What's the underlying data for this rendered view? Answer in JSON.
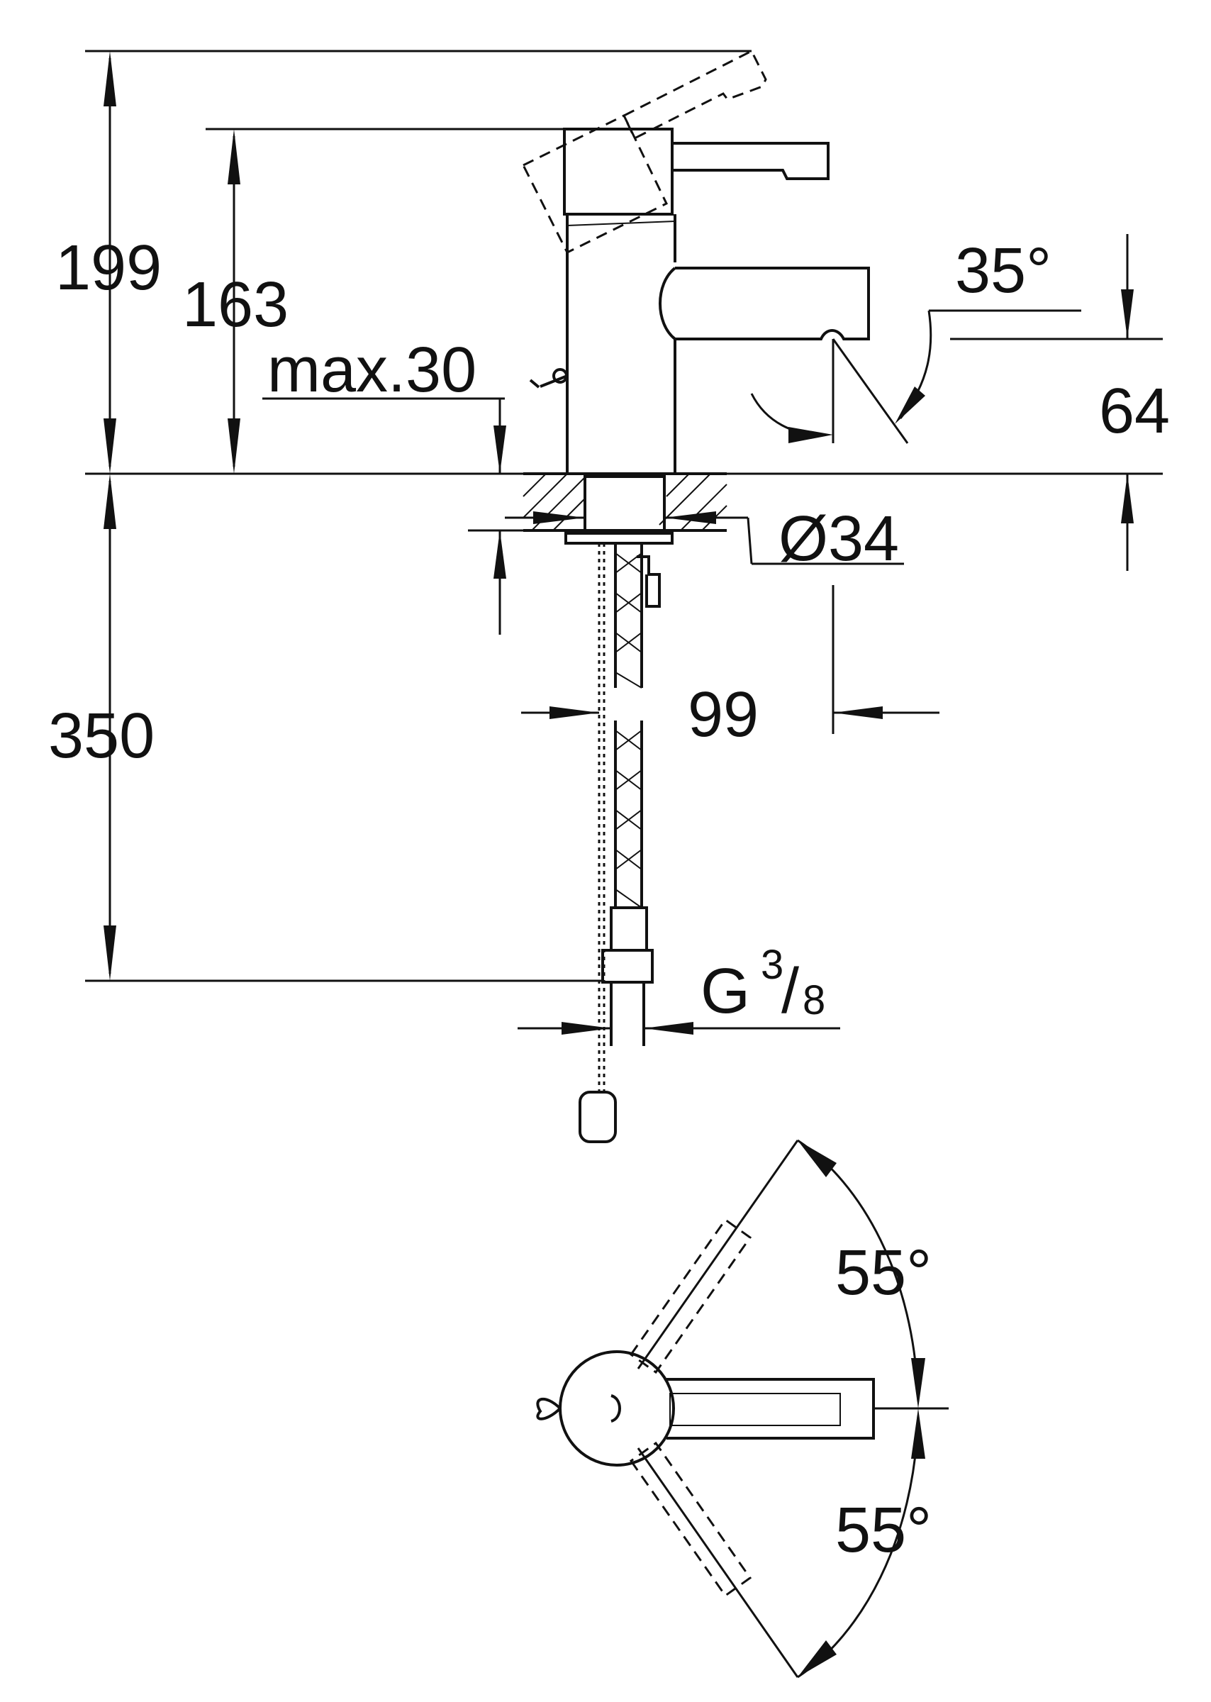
{
  "dimensions": {
    "total_height": "199",
    "body_height": "163",
    "max_thickness": "max.30",
    "spout_height": "64",
    "spout_angle": "35°",
    "hole_diameter": "Ø34",
    "projection": "99",
    "hose_length": "350",
    "thread_prefix": "G",
    "thread_numerator": "3",
    "thread_slash": "/",
    "thread_denominator": "8",
    "lever_angle_upper": "55°",
    "lever_angle_lower": "55°"
  }
}
